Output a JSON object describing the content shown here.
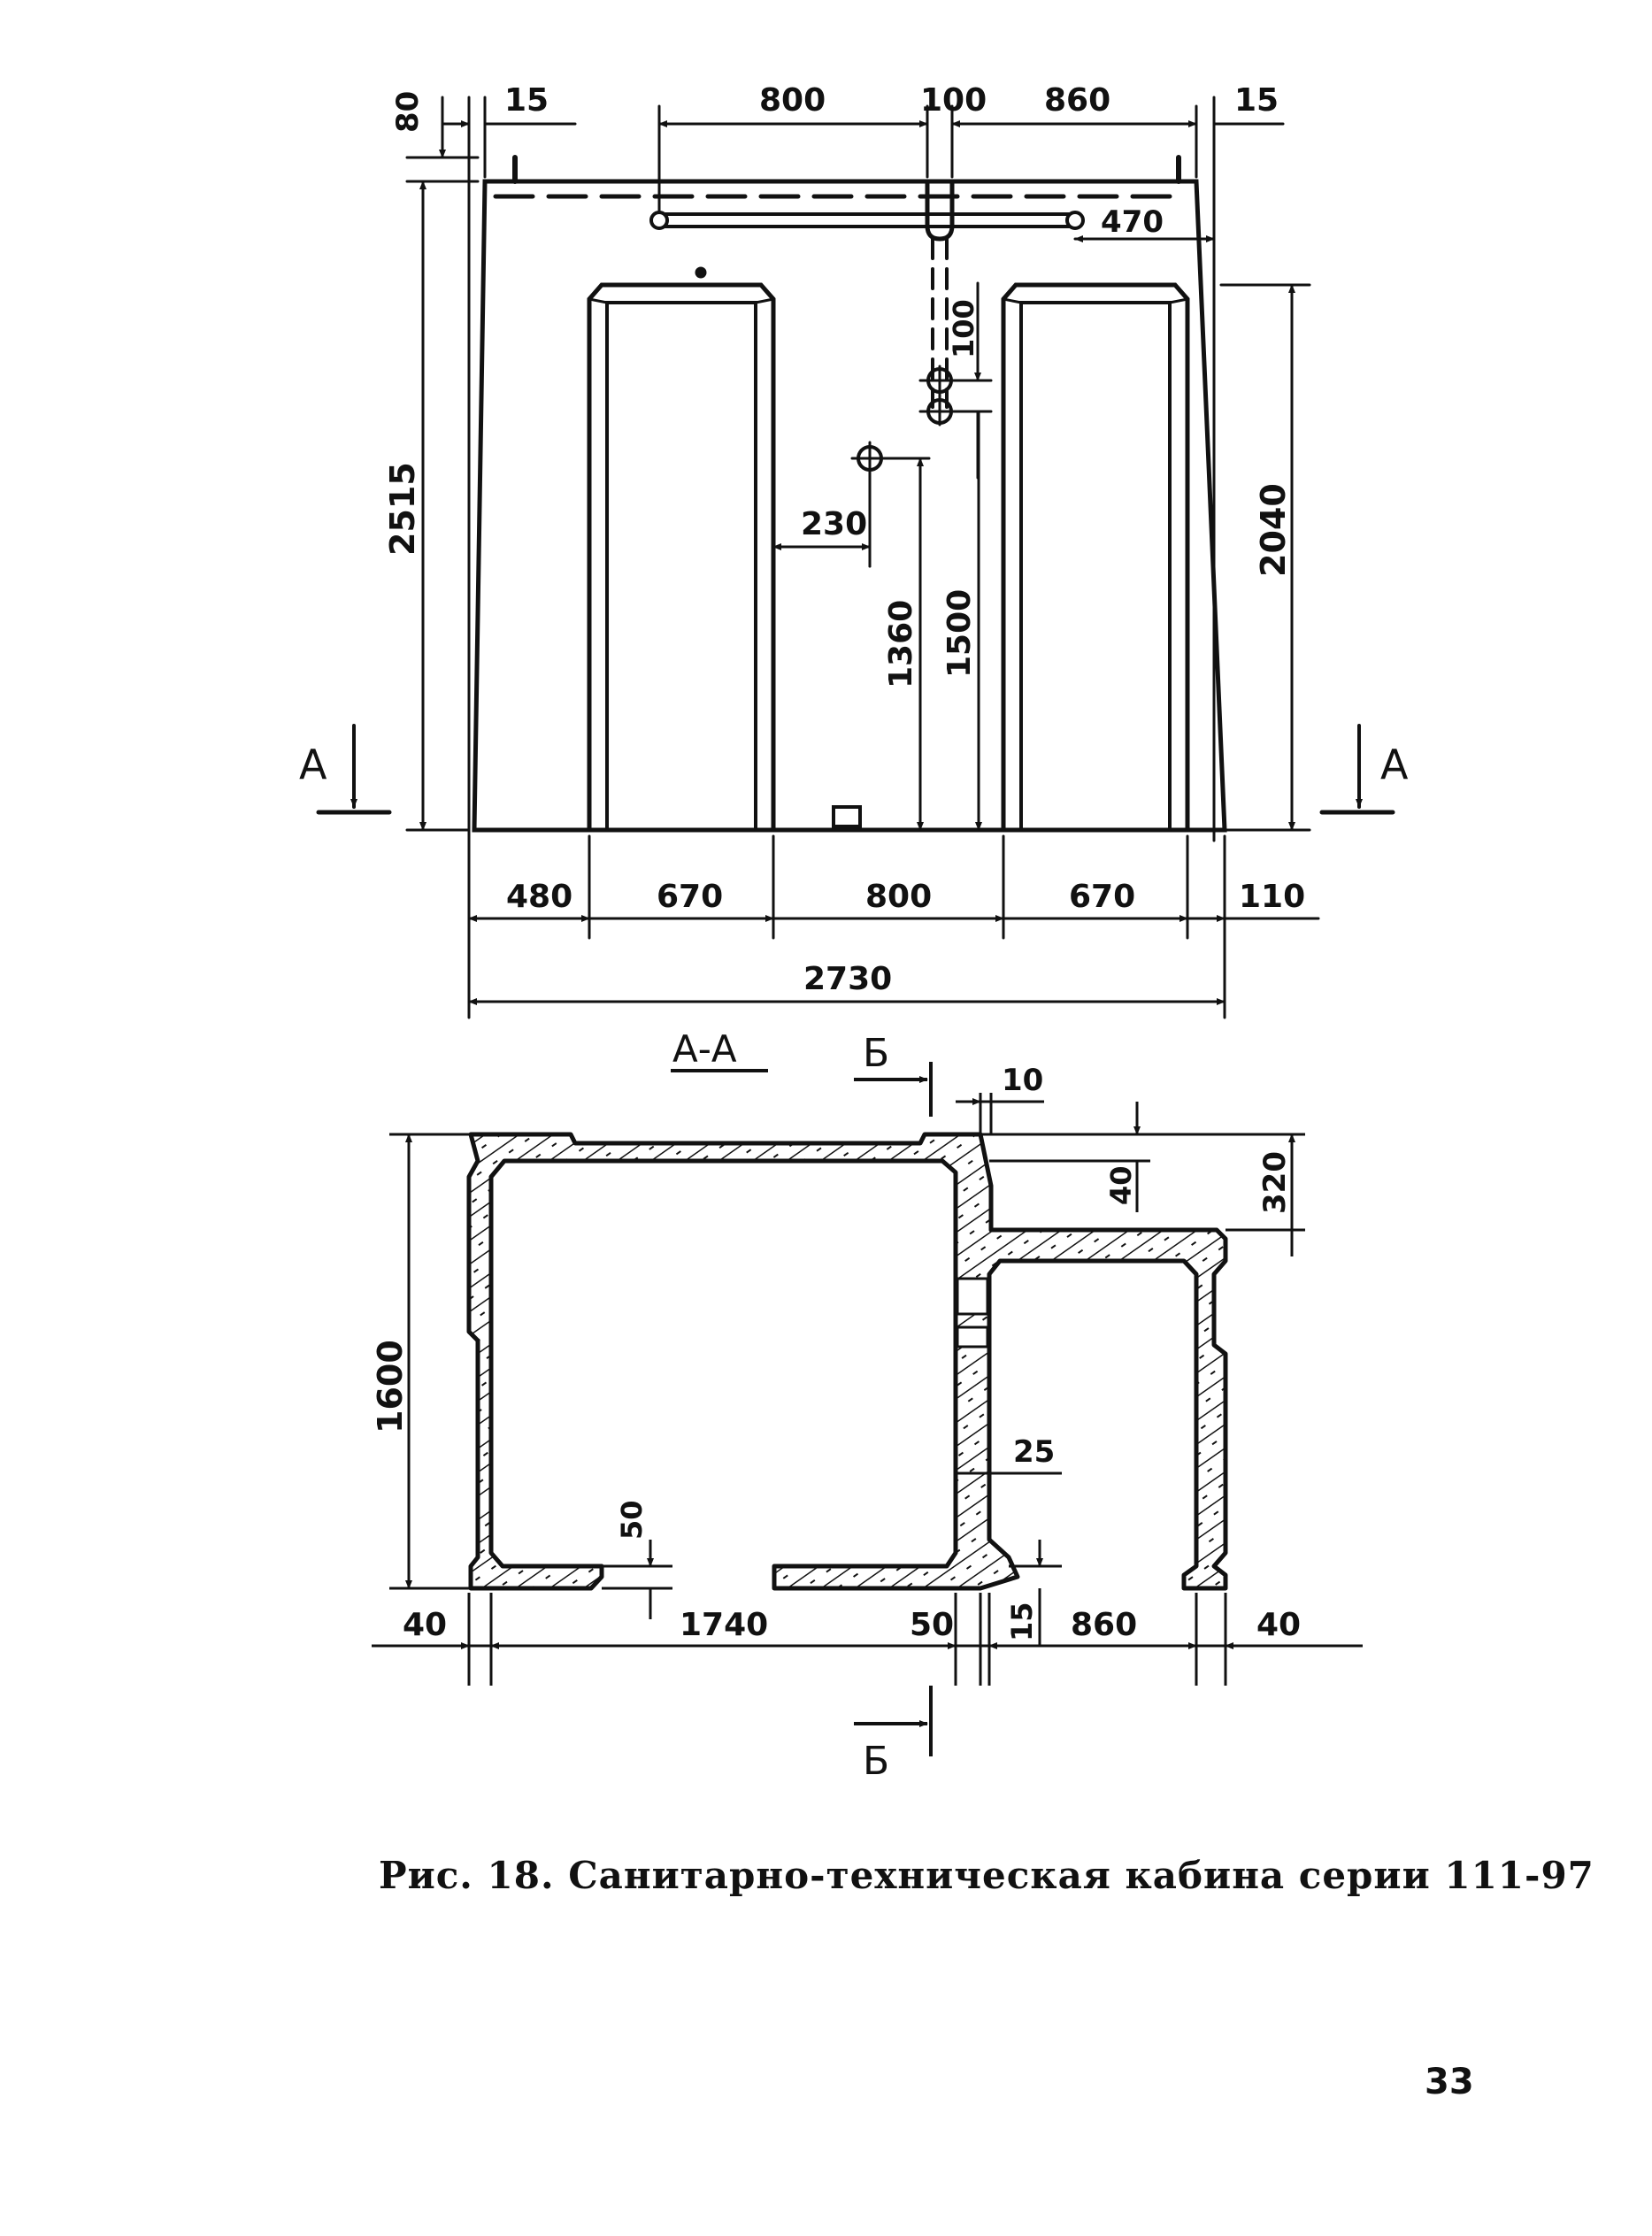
{
  "elevation": {
    "dims_top": [
      "800",
      "100",
      "860"
    ],
    "dim_edge_left": "15",
    "dim_edge_right": "15",
    "dim_corner": "80",
    "dim_470": "470",
    "dim_100v": "100",
    "dim_2515": "2515",
    "dim_2040": "2040",
    "dim_230": "230",
    "dim_1360": "1360",
    "dim_1500": "1500",
    "dims_bottom": [
      "480",
      "670",
      "800",
      "670",
      "110"
    ],
    "dim_total": "2730",
    "section_mark_left": "А",
    "section_mark_right": "А"
  },
  "plan": {
    "title": "А-А",
    "cut_mark_top": "Б",
    "cut_mark_bottom": "Б",
    "dim_10": "10",
    "dim_40v": "40",
    "dim_320": "320",
    "dim_1600": "1600",
    "dim_25": "25",
    "dim_50v": "50",
    "dim_15v": "15",
    "dims_bottom": [
      "40",
      "1740",
      "50",
      "860",
      "40"
    ]
  },
  "caption": "Рис. 18. Санитарно-техническая кабина серии 111-97",
  "page_number": "33"
}
